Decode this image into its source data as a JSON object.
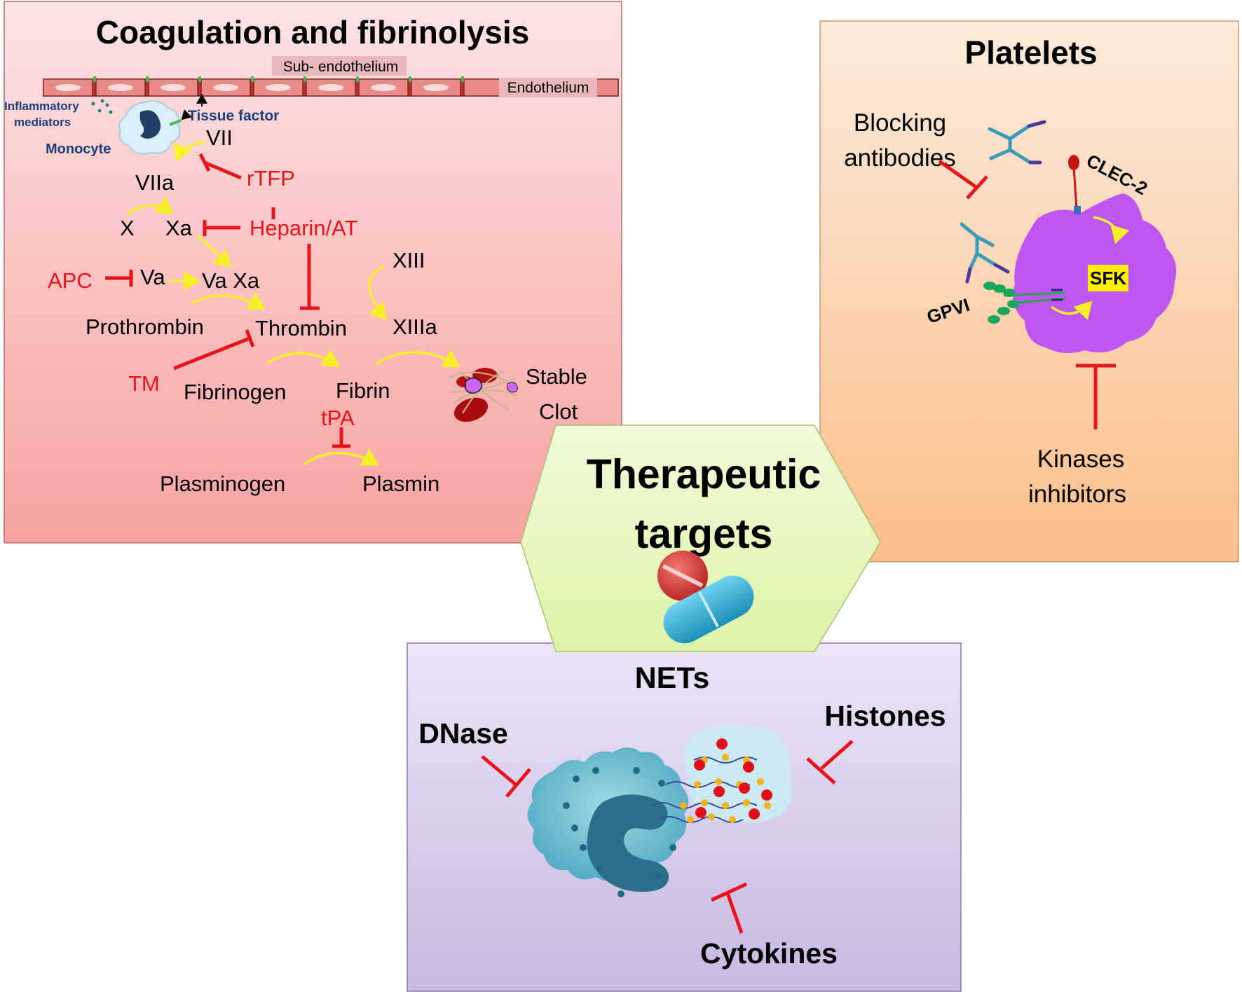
{
  "coagulation": {
    "title": "Coagulation and fibrinolysis",
    "sub_endothelium": "Sub- endothelium",
    "endothelium": "Endothelium",
    "inflammatory_mediators_line1": "Inflammatory",
    "inflammatory_mediators_line2": "mediators",
    "monocyte": "Monocyte",
    "tissue_factor": "Tissue factor",
    "vii": "VII",
    "viia": "VIIa",
    "rtfp": "rTFP",
    "x": "X",
    "xa": "Xa",
    "heparin_at": "Heparin/AT",
    "apc": "APC",
    "va": "Va",
    "va_xa": "Va Xa",
    "xiii": "XIII",
    "prothrombin": "Prothrombin",
    "thrombin": "Thrombin",
    "xiiia": "XIIIa",
    "tm": "TM",
    "fibrinogen": "Fibrinogen",
    "fibrin": "Fibrin",
    "stable": "Stable",
    "clot": "Clot",
    "tpa": "tPA",
    "plasminogen": "Plasminogen",
    "plasmin": "Plasmin"
  },
  "platelets": {
    "title": "Platelets",
    "blocking_line1": "Blocking",
    "blocking_line2": "antibodies",
    "clec2": "CLEC-2",
    "gpvi": "GPVI",
    "sfk": "SFK",
    "kinases_line1": "Kinases",
    "kinases_line2": "inhibitors"
  },
  "center": {
    "line1": "Therapeutic",
    "line2": "targets"
  },
  "nets": {
    "title": "NETs",
    "dnase": "DNase",
    "histones": "Histones",
    "cytokines": "Cytokines"
  },
  "colors": {
    "inhibitor_red": "#e8141b",
    "arrow_yellow": "#f7ef2a",
    "coag_top": "#fde3e3",
    "coag_bottom": "#f7a2a2",
    "platelet_top": "#fdeadb",
    "platelet_bottom": "#fbbf8a",
    "nets_top": "#ebe5f7",
    "nets_bottom": "#c9b7e1",
    "hexagon": "#e7f7bf",
    "platelet_purple": "#bf55f2",
    "label_blue": "#1f3f7a"
  }
}
